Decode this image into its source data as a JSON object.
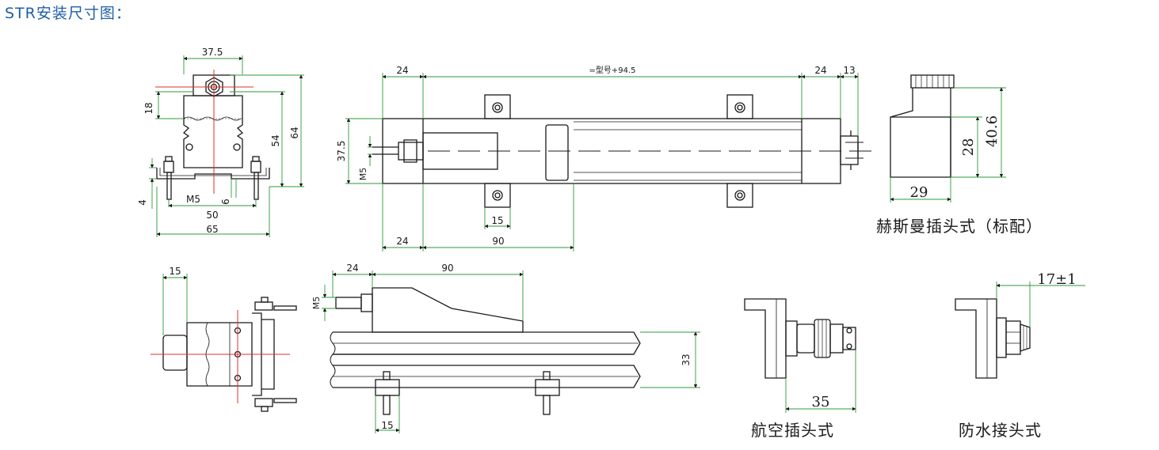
{
  "title": "STR安装尺寸图：",
  "captions": {
    "hirschmann": "赫斯曼插头式（标配）",
    "aviation": "航空插头式",
    "waterproof": "防水接头式"
  },
  "dims": {
    "end_w": "37.5",
    "end_18": "18",
    "end_54": "54",
    "end_64": "64",
    "end_4": "4",
    "end_m5": "M5",
    "end_6": "6",
    "end_50": "50",
    "end_65": "65",
    "top_24a": "24",
    "top_len": "=型号+94.5",
    "top_24b": "24",
    "top_13": "13",
    "top_375": "37.5",
    "top_m5": "M5",
    "top_15": "15",
    "top_24c": "24",
    "top_90": "90",
    "plug_406": "40.6",
    "plug_28": "28",
    "plug_29": "29",
    "side_15": "15",
    "front_24": "24",
    "front_90": "90",
    "front_m5": "M5",
    "front_33": "33",
    "front_15": "15",
    "avi_35": "35",
    "wp_17": "17±1"
  }
}
